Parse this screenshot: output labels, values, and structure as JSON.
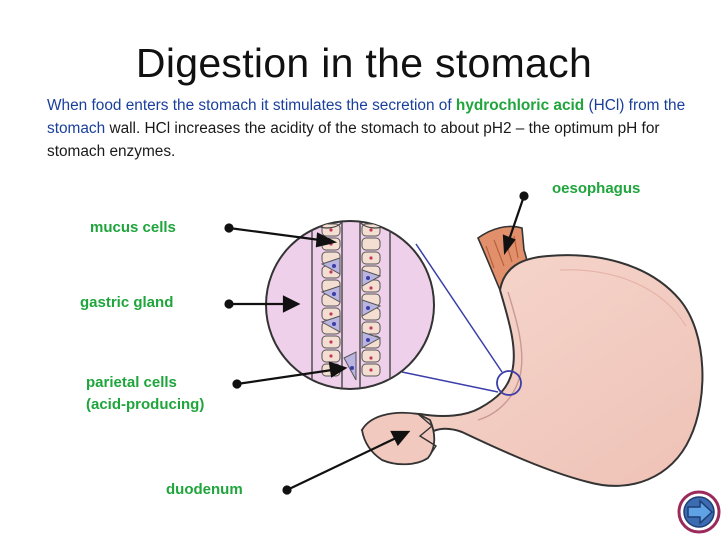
{
  "title": "Digestion in the stomach",
  "intro": {
    "t1": "When food enters the stomach it stimulates the secretion of ",
    "t2": "hydrochloric acid",
    "t3": " (HCl) from the stomach",
    "t4": " wall. HCl increases the acidity of the stomach to about pH2 – the optimum pH for stomach enzymes."
  },
  "labels": {
    "oesophagus": "oesophagus",
    "mucus_cells": "mucus cells",
    "gastric_gland": "gastric gland",
    "parietal_cells_1": "parietal cells",
    "parietal_cells_2": "(acid-producing)",
    "duodenum": "duodenum"
  },
  "colors": {
    "label_green": "#1fa53c",
    "text_blue": "#1a3f9b",
    "stomach_fill": "#f3cfc6",
    "oesophagus_fill": "#e2906c",
    "nav_button": "#9a2b5c"
  },
  "icons": {
    "next": "next-arrow-icon"
  }
}
